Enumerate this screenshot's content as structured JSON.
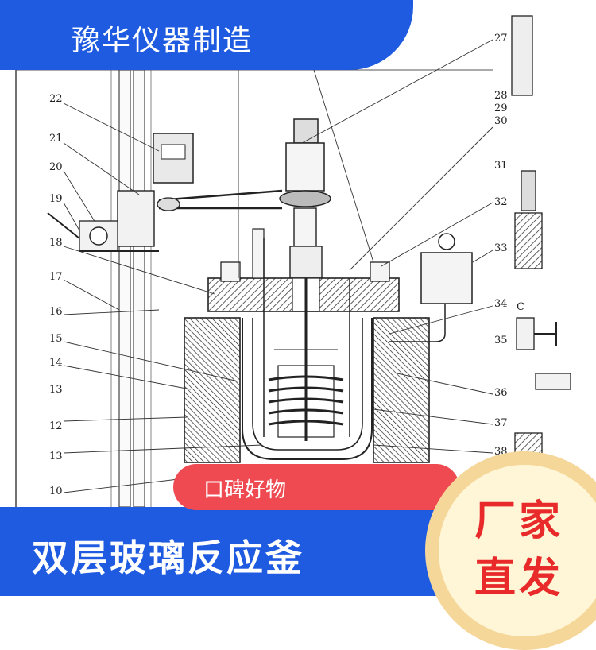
{
  "banner": {
    "title": "豫华仪器制造"
  },
  "tag": {
    "label": "口碑好物"
  },
  "product": {
    "name": "双层玻璃反应釜"
  },
  "badge": {
    "line1": "厂家",
    "line2": "直发"
  },
  "drawing": {
    "part_numbers": [
      "22",
      "21",
      "20",
      "19",
      "18",
      "17",
      "16",
      "15",
      "14",
      "13",
      "12",
      "13",
      "10",
      "27",
      "28",
      "29",
      "30",
      "31",
      "32",
      "33",
      "34",
      "35",
      "36",
      "37",
      "38",
      "C"
    ]
  }
}
